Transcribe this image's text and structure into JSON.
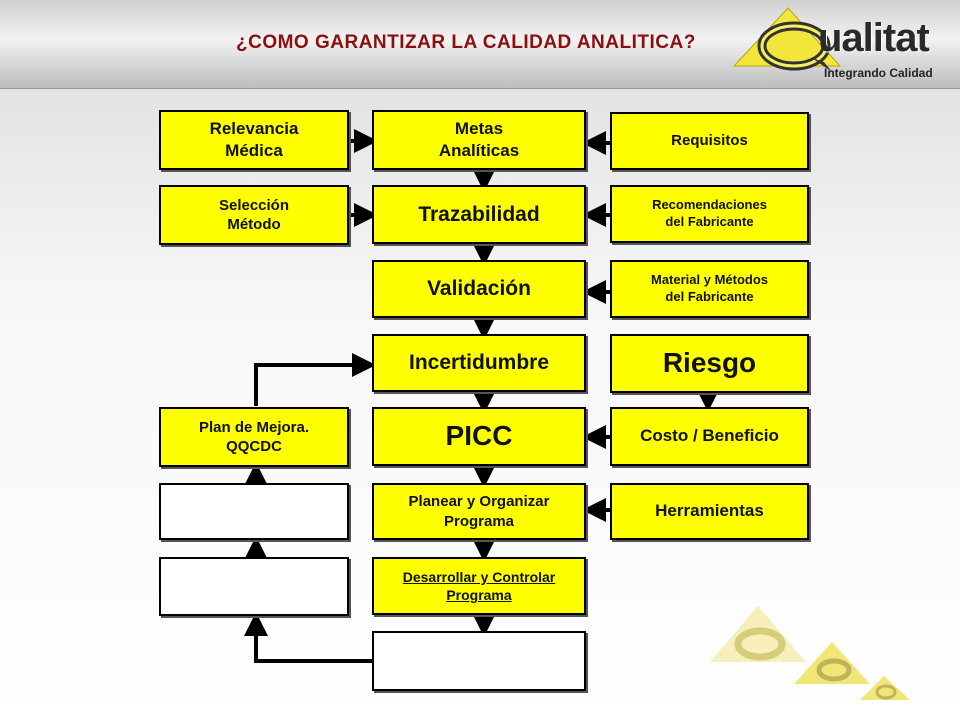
{
  "header": {
    "title": "¿COMO GARANTIZAR LA CALIDAD ANALITICA?",
    "logo_text": "ualitat",
    "logo_tagline": "Integrando Calidad"
  },
  "boxes": {
    "relevancia": "Relevancia\nMédica",
    "metas": "Metas\nAnalíticas",
    "requisitos": "Requisitos",
    "seleccion": "Selección\nMétodo",
    "trazabilidad": "Trazabilidad",
    "recomendaciones": "Recomendaciones\ndel Fabricante",
    "validacion": "Validación",
    "material": "Material y Métodos\ndel Fabricante",
    "incertidumbre": "Incertidumbre",
    "riesgo": "Riesgo",
    "plan_mejora": "Plan de Mejora.\nQQCDC",
    "picc": "PICC",
    "costo": "Costo / Beneficio",
    "planear": "Planear y Organizar\nPrograma",
    "herramientas": "Herramientas",
    "desarrollar": "Desarrollar y Controlar\nPrograma",
    "blank1": "",
    "blank2": "",
    "blank3": ""
  },
  "colors": {
    "box_fill": "#ffff00",
    "title_color": "#8b0f0f",
    "arrow": "#000000"
  }
}
